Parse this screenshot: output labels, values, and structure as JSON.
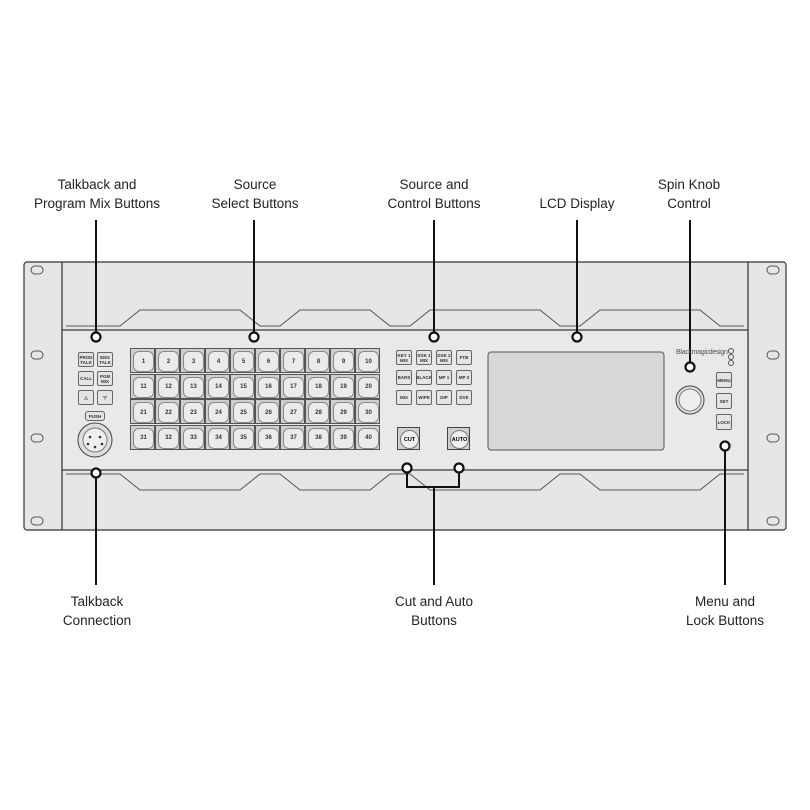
{
  "callouts": {
    "talkback_program": [
      "Talkback and",
      "Program Mix Buttons"
    ],
    "source_select": [
      "Source",
      "Select Buttons"
    ],
    "source_control": [
      "Source and",
      "Control Buttons"
    ],
    "lcd": [
      "LCD Display"
    ],
    "spin_knob": [
      "Spin Knob",
      "Control"
    ],
    "talkback_connection": [
      "Talkback",
      "Connection"
    ],
    "cut_auto": [
      "Cut and Auto",
      "Buttons"
    ],
    "menu_lock": [
      "Menu and",
      "Lock Buttons"
    ]
  },
  "left_buttons": [
    "PROD TALK",
    "ENG TALK",
    "CALL",
    "PGM MIX",
    "△",
    "▽"
  ],
  "push_label": "PUSH",
  "source_buttons": [
    "1",
    "2",
    "3",
    "4",
    "5",
    "6",
    "7",
    "8",
    "9",
    "10",
    "11",
    "12",
    "13",
    "14",
    "15",
    "16",
    "17",
    "18",
    "19",
    "20",
    "21",
    "22",
    "23",
    "24",
    "25",
    "26",
    "27",
    "28",
    "29",
    "30",
    "31",
    "32",
    "33",
    "34",
    "35",
    "36",
    "37",
    "38",
    "39",
    "40"
  ],
  "control_buttons": [
    "KEY 1 MIX",
    "DSK 1 MIX",
    "DSK 2 MIX",
    "FTB",
    "BARS",
    "BLACK",
    "MP 1",
    "MP 2",
    "MIX",
    "WIPE",
    "DIP",
    "DVE"
  ],
  "cut_label": "CUT",
  "auto_label": "AUTO",
  "logo": "Blackmagicdesign",
  "right_buttons": [
    "MENU",
    "SET",
    "LOCK"
  ]
}
